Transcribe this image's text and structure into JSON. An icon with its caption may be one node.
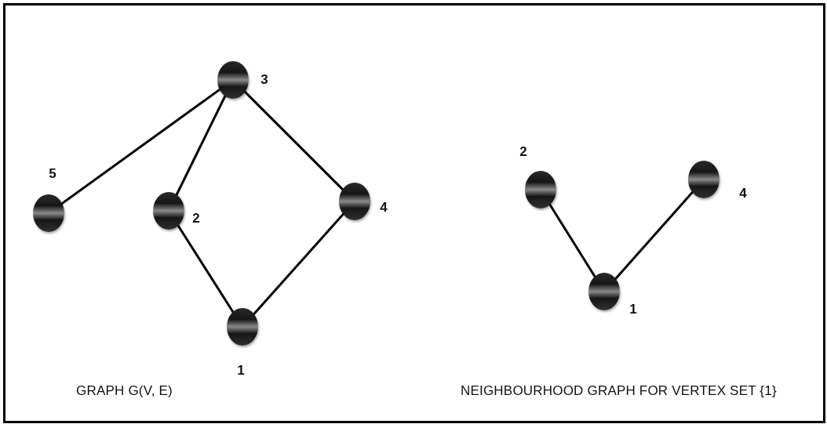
{
  "diagram": {
    "nodes": [
      {
        "text": [],
        "shape": "circle",
        "beside": [
          "3"
        ]
      },
      {
        "text": [],
        "shape": "circle",
        "beside": [
          "5"
        ]
      },
      {
        "text": [],
        "shape": "circle",
        "beside": [
          "2"
        ]
      },
      {
        "text": [],
        "shape": "circle",
        "beside": [
          "4"
        ]
      },
      {
        "text": [],
        "shape": "circle",
        "beside": [
          "1"
        ]
      },
      {
        "text": [],
        "shape": "circle",
        "beside": [
          "2"
        ]
      },
      {
        "text": [],
        "shape": "circle",
        "beside": [
          "4"
        ]
      },
      {
        "text": [],
        "shape": "circle",
        "beside": [
          "1"
        ]
      }
    ],
    "edges": [
      {
        "from": 0,
        "to": 1,
        "arrow": "none"
      },
      {
        "from": 0,
        "to": 2,
        "arrow": "none"
      },
      {
        "from": 0,
        "to": 3,
        "arrow": "none"
      },
      {
        "from": 2,
        "to": 4,
        "arrow": "none"
      },
      {
        "from": 3,
        "to": 4,
        "arrow": "none"
      },
      {
        "from": 5,
        "to": 7,
        "arrow": "none"
      },
      {
        "from": 6,
        "to": 7,
        "arrow": "none"
      }
    ],
    "labels": [
      "GRAPH G(V, E)",
      "NEIGHBOURHOOD GRAPH FOR VERTEX SET {1}"
    ]
  }
}
